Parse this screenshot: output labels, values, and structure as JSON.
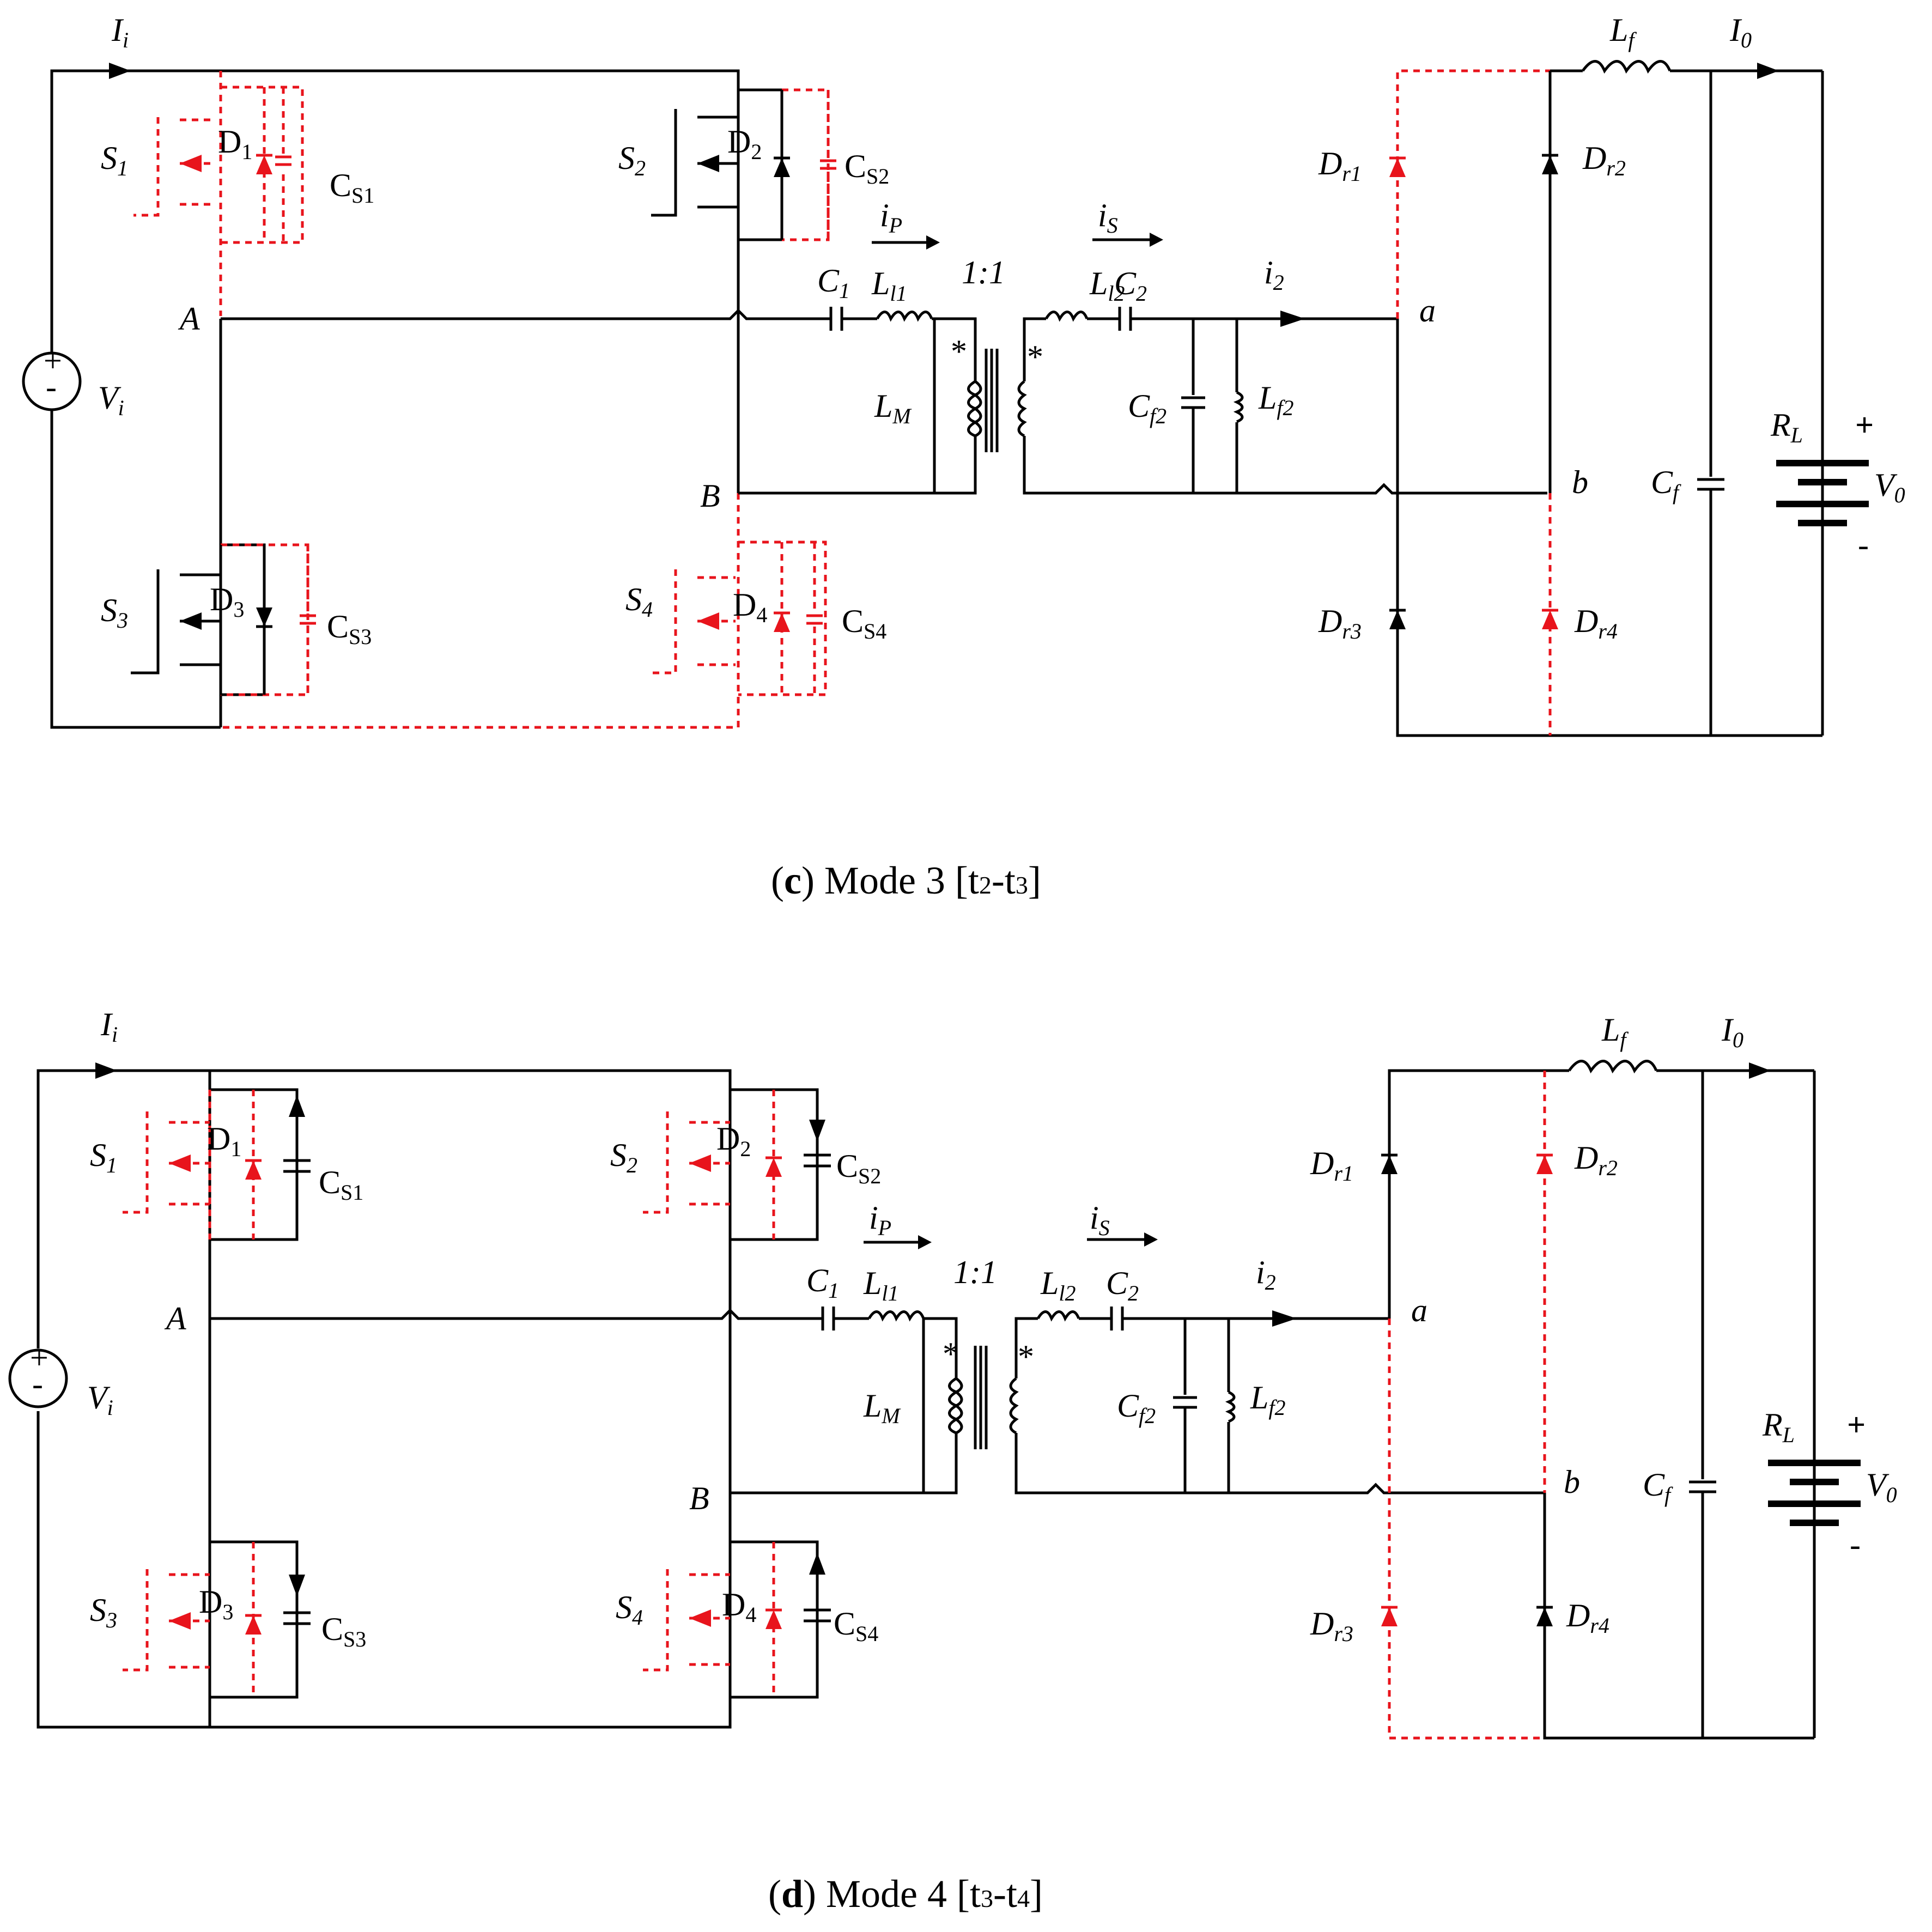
{
  "labels": {
    "Ii": "I",
    "Ii_sub": "i",
    "Vi": "V",
    "Vi_sub": "i",
    "I0": "I",
    "I0_sub": "0",
    "V0": "V",
    "V0_sub": "0",
    "Lf": "L",
    "Lf_sub": "f",
    "Cf": "C",
    "Cf_sub": "f",
    "RL": "R",
    "RL_sub": "L",
    "A": "A",
    "B": "B",
    "a": "a",
    "b": "b",
    "S1": "S",
    "S1_sub": "1",
    "S2": "S",
    "S2_sub": "2",
    "S3": "S",
    "S3_sub": "3",
    "S4": "S",
    "S4_sub": "4",
    "D1": "D",
    "D1_sub": "1",
    "D2": "D",
    "D2_sub": "2",
    "D3": "D",
    "D3_sub": "3",
    "D4": "D",
    "D4_sub": "4",
    "CS1": "C",
    "CS1_sub": "S1",
    "CS2": "C",
    "CS2_sub": "S2",
    "CS3": "C",
    "CS3_sub": "S3",
    "CS4": "C",
    "CS4_sub": "S4",
    "ip": "i",
    "ip_sub": "P",
    "is": "i",
    "is_sub": "S",
    "i2": "i",
    "i2_sub": "2",
    "C1": "C",
    "C1_sub": "1",
    "C2": "C",
    "C2_sub": "2",
    "Ll1": "L",
    "Ll1_sub": "l1",
    "Ll2": "L",
    "Ll2_sub": "l2",
    "LM": "L",
    "LM_sub": "M",
    "ratio": "1:1",
    "Cf2": "C",
    "Cf2_sub": "f2",
    "Lf2": "L",
    "Lf2_sub": "f2",
    "Dr1": "D",
    "Dr1_sub": "r1",
    "Dr2": "D",
    "Dr2_sub": "r2",
    "Dr3": "D",
    "Dr3_sub": "r3",
    "Dr4": "D",
    "Dr4_sub": "r4",
    "dot": "*",
    "plus": "+",
    "minus": "-"
  },
  "captions": {
    "c": {
      "letter": "c",
      "text": ") Mode 3 [t",
      "s1": "2",
      "mid": "-t",
      "s2": "3",
      "end": "]"
    },
    "d": {
      "letter": "d",
      "text": ") Mode 4 [t",
      "s1": "3",
      "mid": "-t",
      "s2": "4",
      "end": "]"
    },
    "open_paren": "("
  },
  "colors": {
    "active": "#000000",
    "inactive": "#e8141c"
  }
}
